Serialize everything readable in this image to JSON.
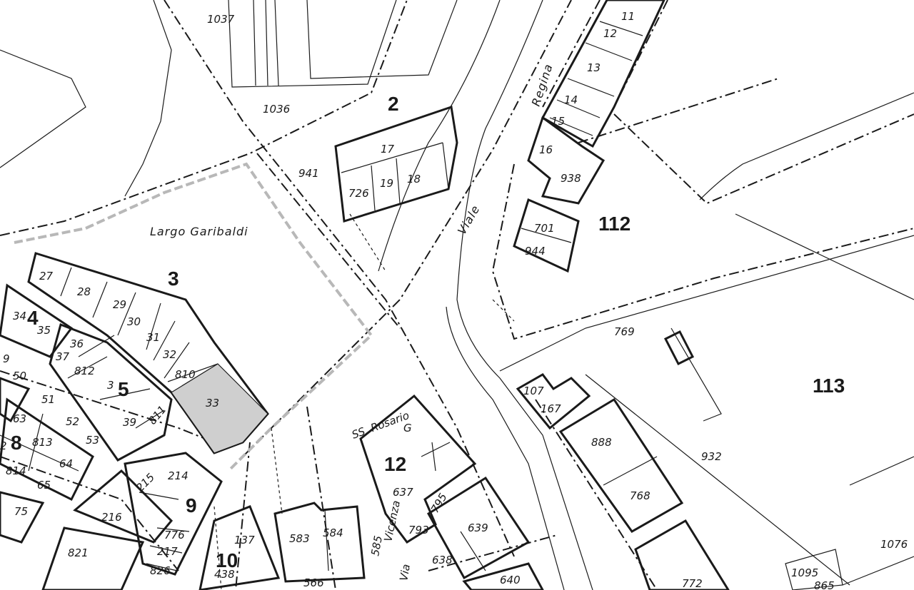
{
  "map": {
    "streets": {
      "largo": "Largo Garibaldi",
      "viale": "Viale",
      "regina": "Regina",
      "rosario": "SS. Rosario",
      "via": "Via",
      "vicenza": "Vicenza"
    },
    "sheet_numbers": {
      "n2": "2",
      "n3": "3",
      "n4": "4",
      "n5": "5",
      "n8": "8",
      "n9": "9",
      "n10": "10",
      "n12": "12",
      "n112": "112",
      "n113": "113"
    },
    "parcels": {
      "p1037": "1037",
      "p1036": "1036",
      "p941": "941",
      "p17": "17",
      "p726": "726",
      "p19": "19",
      "p18": "18",
      "p11": "11",
      "p12": "12",
      "p13": "13",
      "p14": "14",
      "p15": "15",
      "p16": "16",
      "p938": "938",
      "p701": "701",
      "p944": "944",
      "p769": "769",
      "p27": "27",
      "p28": "28",
      "p29": "29",
      "p30": "30",
      "p31": "31",
      "p32": "32",
      "p810": "810",
      "p33": "33",
      "p34": "34",
      "p35": "35",
      "p36": "36",
      "p37": "37",
      "p812": "812",
      "p3": "3",
      "p39": "39",
      "p811": "811",
      "p9": "9",
      "p50": "50",
      "p51": "51",
      "p52": "52",
      "p53": "53",
      "p63": "63",
      "p813": "813",
      "p64": "64",
      "p65": "65",
      "p2": "2",
      "p814": "814",
      "p75": "75",
      "p821": "821",
      "p216": "216",
      "p215": "215",
      "p214": "214",
      "p776": "776",
      "p217": "217",
      "p826": "826",
      "p137": "137",
      "p438": "438",
      "p583": "583",
      "p584": "584",
      "p585": "585",
      "p566": "566",
      "pG": "G",
      "p637": "637",
      "p793": "793",
      "p795": "795",
      "p639": "639",
      "p638": "638",
      "p640": "640",
      "p107": "107",
      "p167": "167",
      "p888": "888",
      "p768": "768",
      "p932": "932",
      "p772": "772",
      "p1095": "1095",
      "p865": "865",
      "p1076": "1076"
    },
    "colors": {
      "ink": "#1a1a1a",
      "shade": "#cfcfcf",
      "paper": "#ffffff"
    }
  }
}
